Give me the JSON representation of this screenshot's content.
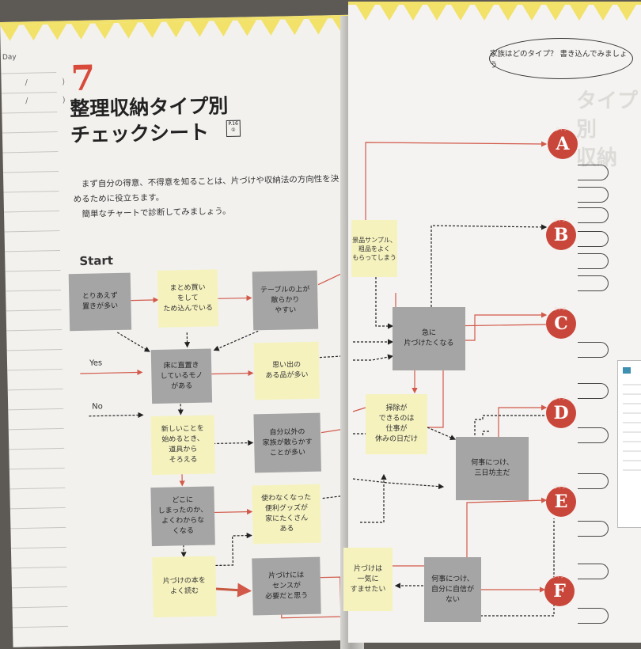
{
  "left": {
    "day_label": "Day",
    "chapter_number": "7",
    "title_line1": "整理収納タイプ別",
    "title_line2": "チェックシート",
    "page_ref": "P.16 ①",
    "intro_line1": "まず自分の得意、不得意を知ることは、片づけや収納法の方向性を決",
    "intro_line2": "めるために役立ちます。",
    "intro_line3": "簡単なチャートで診断してみましょう。",
    "start_label": "Start",
    "legend_yes": "Yes",
    "legend_no": "No"
  },
  "chart": {
    "q1": "とりあえず\n置きが多い",
    "q2": "まとめ買い\nをして\nため込んでいる",
    "q3": "テーブルの上が\n散らかり\nやすい",
    "q4": "床に直置き\nしているモノ\nがある",
    "q5": "思い出の\nある品が多い",
    "q6": "新しいことを\n始めるとき、\n道具から\nそろえる",
    "q7": "自分以外の\n家族が散らかす\nことが多い",
    "q8": "どこに\nしまったのか、\nよくわからな\nくなる",
    "q9": "使わなくなった\n便利グッズが\n家にたくさん\nある",
    "q10": "片づけの本を\nよく読む",
    "q11": "片づけには\nセンスが\n必要だと思う",
    "q12": "景品サンプル、\n粗品をよく\nもらってしまう",
    "q13": "急に\n片づけたくなる",
    "q14": "掃除が\nできるのは\n仕事が\n休みの日だけ",
    "q15": "何事につけ、\n三日坊主だ",
    "q16": "片づけは\n一気に\nすませたい",
    "q17": "何事につけ、\n自分に自信が\nない"
  },
  "right": {
    "bubble": "家族はどのタイプ？ 書き込んでみましょう",
    "type_small": "タイプ",
    "results": [
      "A",
      "B",
      "C",
      "D",
      "E",
      "F"
    ]
  },
  "colors": {
    "accent": "#c9473a",
    "bunting": "#f2e26a",
    "yes_arrow": "#d2594a"
  }
}
